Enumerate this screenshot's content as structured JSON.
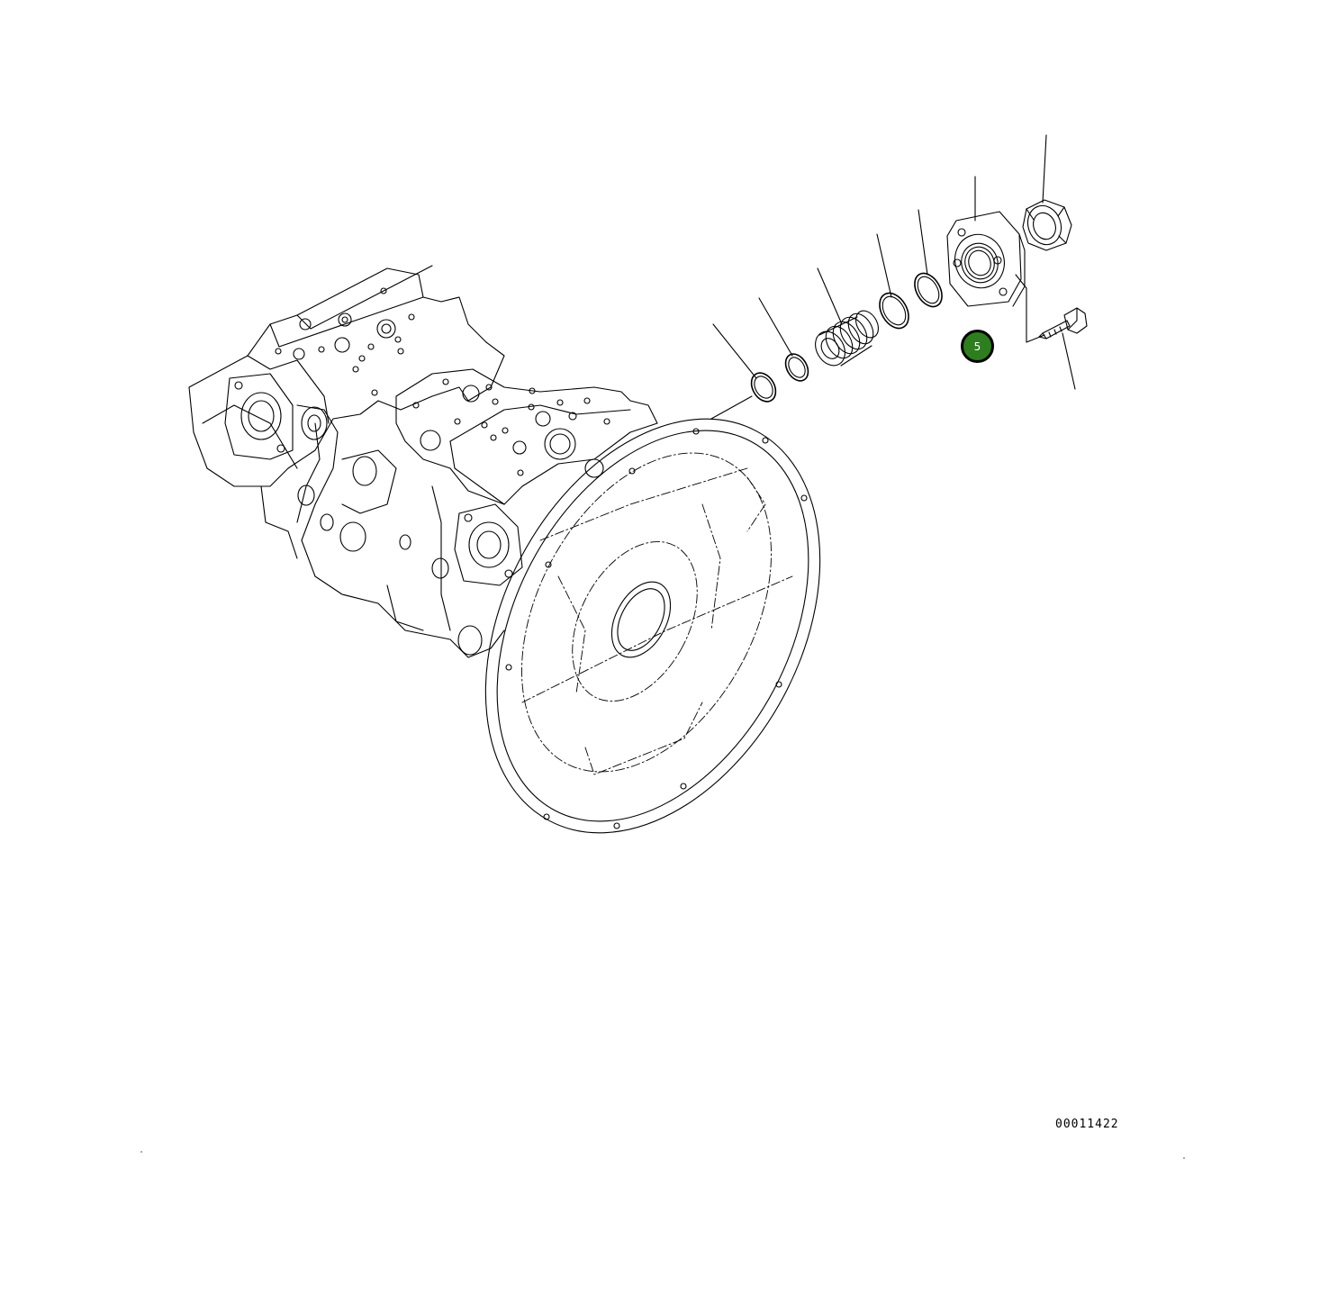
{
  "diagram": {
    "drawing_number": "00011422",
    "callouts": [
      {
        "label": "5",
        "color": "#2e7d1e"
      }
    ],
    "icons": [
      "hydraulic-pump-assembly",
      "o-ring",
      "threaded-fitting",
      "flange",
      "nut",
      "bolt"
    ]
  }
}
